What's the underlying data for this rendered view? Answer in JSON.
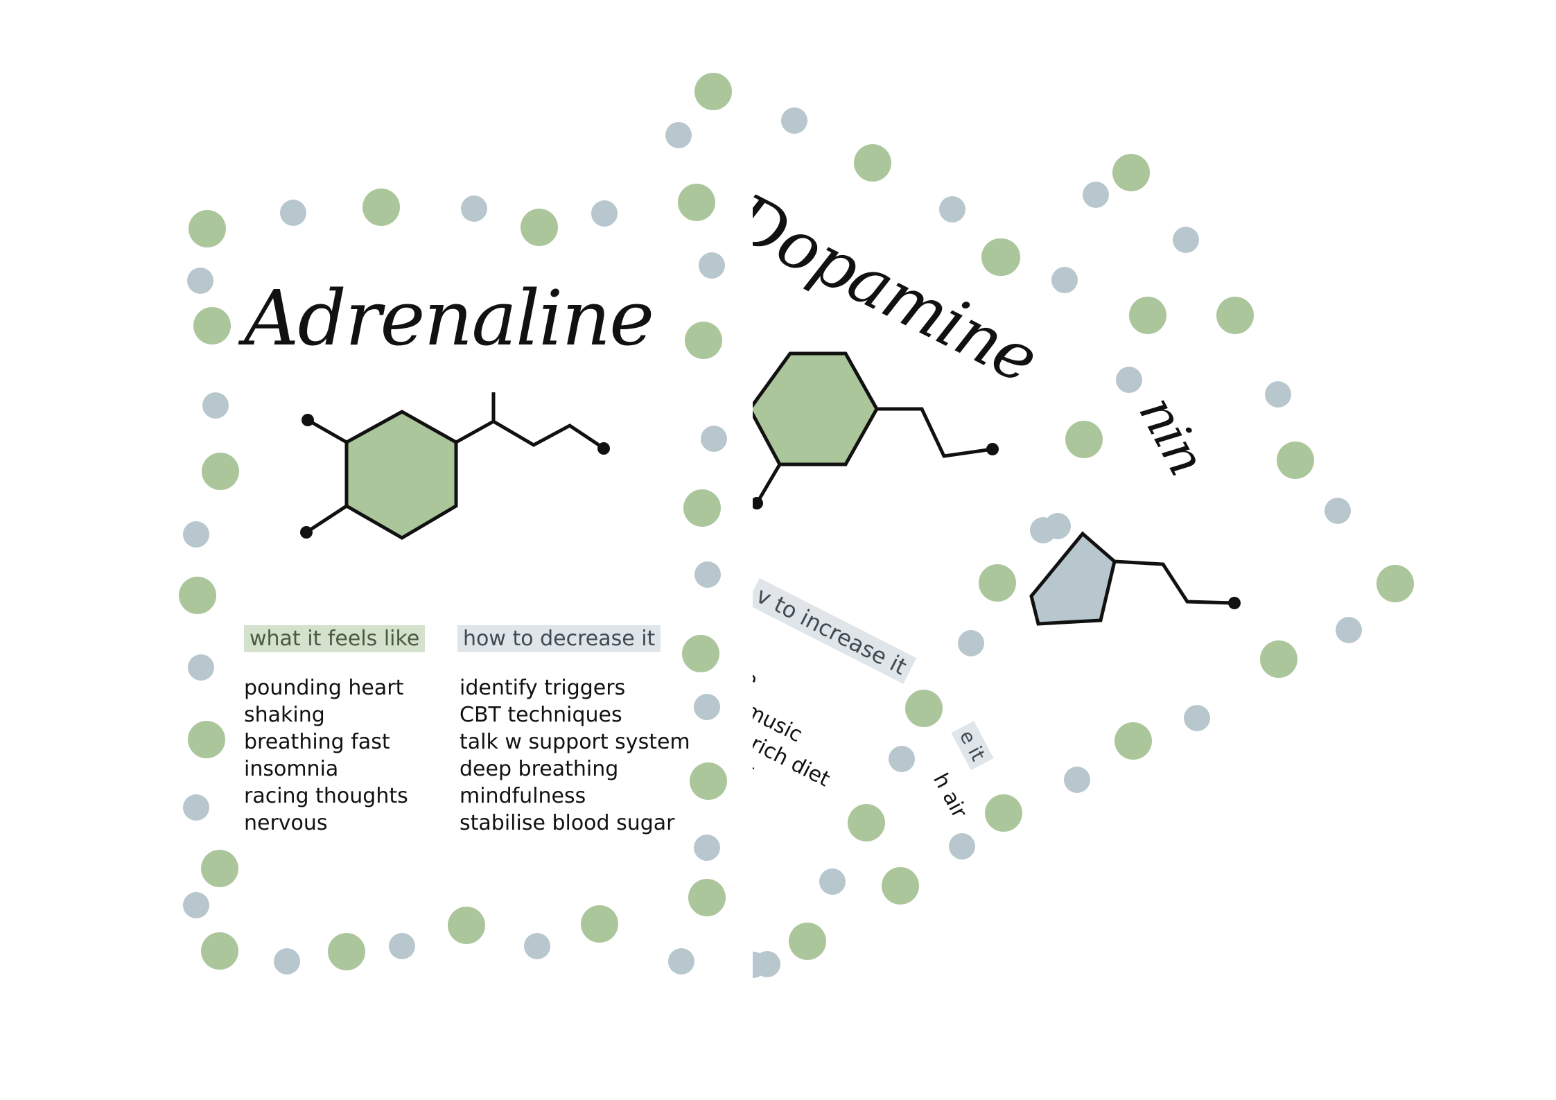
{
  "cards": {
    "adrenaline": {
      "title": "Adrenaline",
      "feels_heading": "what it feels like",
      "decrease_heading": "how to decrease it",
      "feels_items": [
        "pounding heart",
        "shaking",
        "breathing fast",
        "insomnia",
        "racing thoughts",
        "nervous"
      ],
      "decrease_items": [
        "identify triggers",
        "CBT techniques",
        "talk w support system",
        "deep breathing",
        "mindfulness",
        "stabilise blood sugar"
      ]
    },
    "dopamine": {
      "title": "Dopamine",
      "increase_heading": "v to increase it",
      "fragment_e": "e",
      "items": [
        "music",
        "n-rich diet",
        "gar"
      ]
    },
    "third": {
      "title": "nin",
      "heading_fragment": "e it",
      "item_fragment": "h air"
    }
  },
  "colors": {
    "green_dot": "#acc69c",
    "blue_dot": "#b8c6cd",
    "green_highlight": "#d4e1cc",
    "blue_highlight": "#dfe5e9",
    "ink": "#111111"
  }
}
